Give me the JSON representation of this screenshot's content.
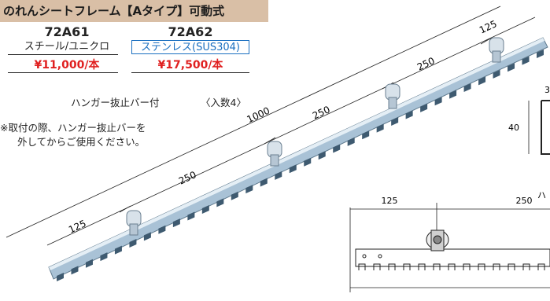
{
  "title": "のれんシートフレーム【Aタイプ】可動式",
  "products": [
    {
      "model": "72A61",
      "material": "スチール/ユニクロ",
      "price": "¥11,000/本"
    },
    {
      "model": "72A62",
      "material": "ステンレス(SUS304)",
      "price": "¥17,500/本"
    }
  ],
  "colors": {
    "title_bg": "#d9bfa6",
    "price": "#e02020",
    "material_highlight": "#1a6fc0"
  },
  "accessory_note": "ハンガー抜止バー付",
  "quantity_note": "〈入数4〉",
  "usage_note_line1": "※取付の際、ハンガー抜止バーを",
  "usage_note_line2": "外してからご使用ください。",
  "main_dimensions": {
    "total": "1000",
    "segments": [
      "125",
      "250",
      "250",
      "250",
      "125"
    ]
  },
  "side_view": {
    "height": "40",
    "width_partial": "3",
    "label_partial": "ハ"
  },
  "front_view": {
    "dim_left": "125",
    "dim_right": "250"
  }
}
